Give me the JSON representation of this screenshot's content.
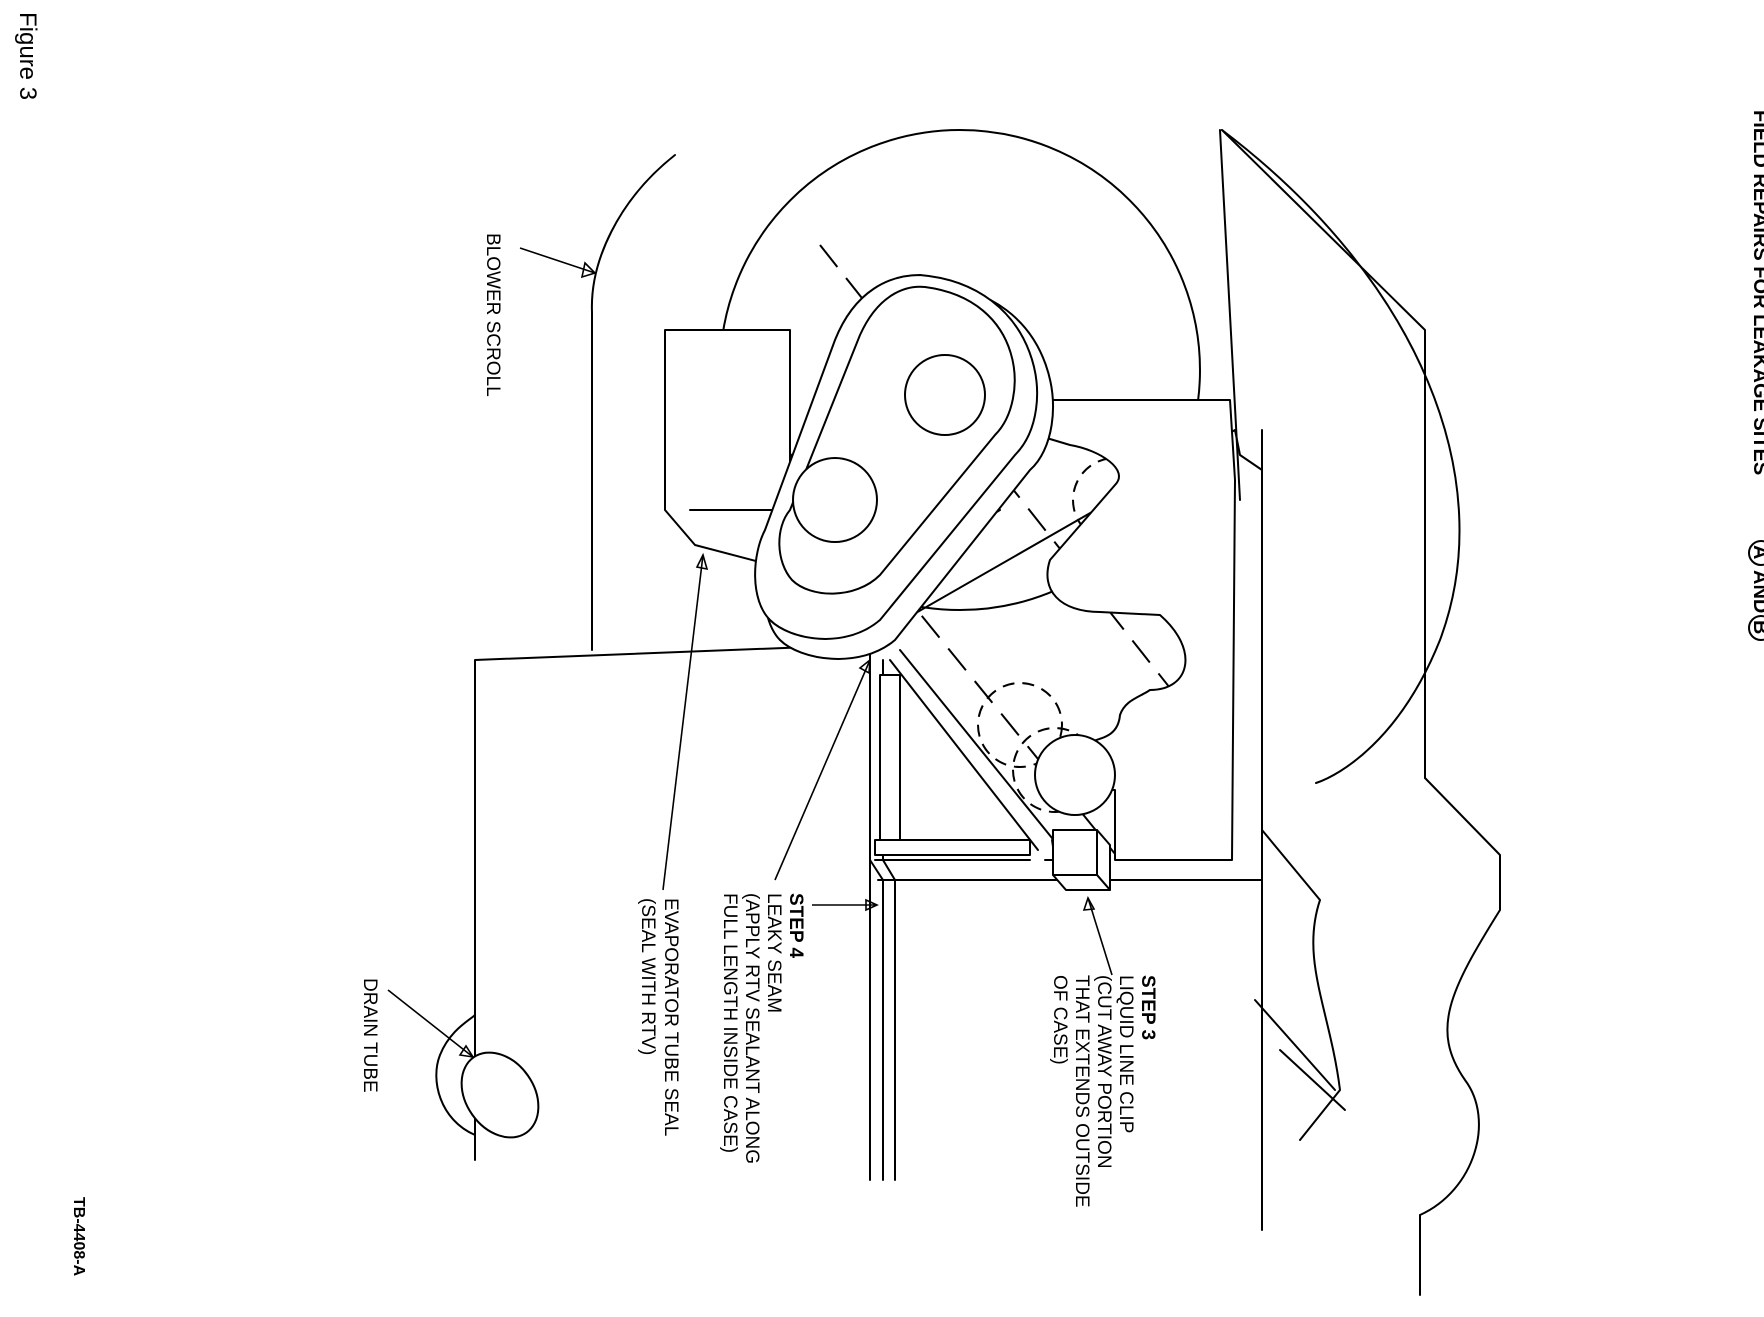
{
  "figure_label": "Figure 3",
  "title": {
    "text": "FIELD REPAIRS FOR LEAKAGE SITES",
    "site_a": "A",
    "conj": "AND",
    "site_b": "B"
  },
  "labels": {
    "blower_scroll": "BLOWER SCROLL",
    "drain_tube": "DRAIN TUBE",
    "evap_seal": [
      "EVAPORATOR TUBE SEAL",
      "(SEAL WITH RTV)"
    ],
    "step4": {
      "heading": "STEP 4",
      "lines": [
        "LEAKY SEAM",
        "(APPLY RTV SEALANT ALONG",
        "FULL LENGTH INSIDE CASE)"
      ]
    },
    "step3": {
      "heading": "STEP 3",
      "lines": [
        "LIQUID LINE CLIP",
        "(CUT AWAY PORTION",
        "THAT EXTENDS OUTSIDE",
        "OF CASE)"
      ]
    }
  },
  "doc_number": "TB-4408-A"
}
